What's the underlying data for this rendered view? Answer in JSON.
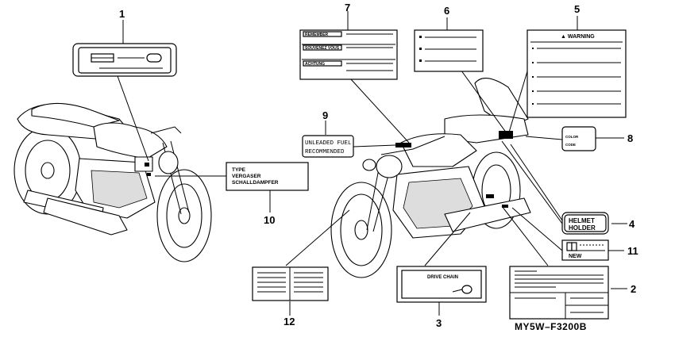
{
  "diagram": {
    "code": "MY5W–F3200B",
    "callouts": [
      "1",
      "2",
      "3",
      "4",
      "5",
      "6",
      "7",
      "8",
      "9",
      "10",
      "11",
      "12"
    ],
    "labels": {
      "remember": "REMEMBER",
      "souvenez": "SOUVENEZ VOUS",
      "achtung": "ACHTUNG",
      "warning": "▲ WARNING",
      "unleaded_fuel": "UNLEADED FUEL",
      "recommended": "RECOMMENDED",
      "color": "COLOR",
      "code_text": "CODE",
      "type": "TYPE",
      "vergaser": "VERGASER",
      "schalldampfer": "SCHALLDAMPFER",
      "helmet": "HELMET",
      "holder": "HOLDER",
      "new": "NEW",
      "drive_chain": "DRIVE CHAIN"
    }
  }
}
